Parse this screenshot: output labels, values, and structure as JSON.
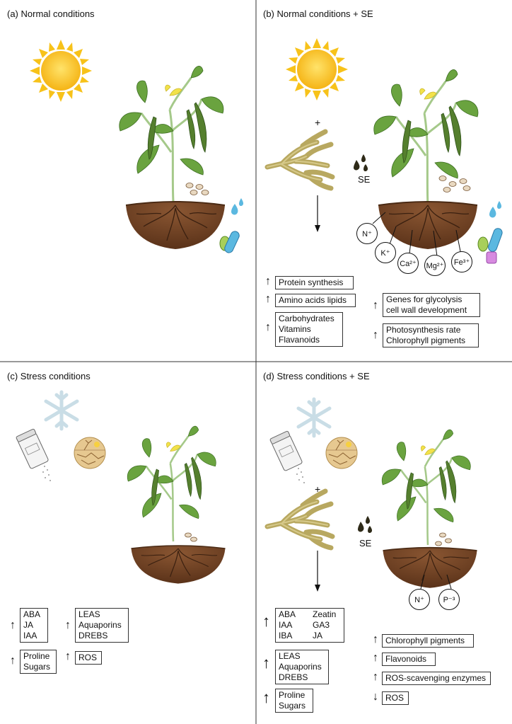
{
  "panels": {
    "a": {
      "title": "(a) Normal conditions"
    },
    "b": {
      "title": "(b) Normal conditions + SE"
    },
    "c": {
      "title": "(c) Stress conditions"
    },
    "d": {
      "title": "(d) Stress conditions + SE"
    }
  },
  "b_panel": {
    "plus": "+",
    "se_label": "SE",
    "nutrients": [
      "N⁺",
      "K⁺",
      "Ca²⁺",
      "Mg²⁺",
      "Fe³⁺"
    ],
    "boxes": {
      "protein": "Protein synthesis",
      "amino": "Amino acids lipids",
      "carb": [
        "Carbohydrates",
        "Vitamins",
        "Flavanoids"
      ],
      "genes": [
        "Genes for glycolysis",
        "cell wall development"
      ],
      "photo": [
        "Photosynthesis rate",
        "Chlorophyll pigments"
      ]
    }
  },
  "c_panel": {
    "hormones": [
      "ABA",
      "JA",
      "IAA"
    ],
    "prot": [
      "LEAS",
      "Aquaporins",
      "DREBS"
    ],
    "osmo": [
      "Proline",
      "Sugars"
    ],
    "ros": "ROS"
  },
  "d_panel": {
    "plus": "+",
    "se_label": "SE",
    "nutrients": [
      "N⁺",
      "P⁻³"
    ],
    "hormones": [
      "ABA",
      "Zeatin",
      "IAA",
      "GA3",
      "IBA",
      "JA"
    ],
    "prot": [
      "LEAS",
      "Aquaporins",
      "DREBS"
    ],
    "osmo": [
      "Proline",
      "Sugars"
    ],
    "chlorophyll": "Chlorophyll pigments",
    "flavonoids": "Flavonoids",
    "ros_enz": "ROS-scavenging enzymes",
    "ros": "ROS"
  },
  "arrows": {
    "up": "↑",
    "down": "↓"
  },
  "colors": {
    "sun": "#f7c21a",
    "leaf": "#5f9a3a",
    "soil": "#6b3f22",
    "seaweed": "#b8a860",
    "water": "#5bb8e0",
    "snow": "#c9dde6"
  }
}
